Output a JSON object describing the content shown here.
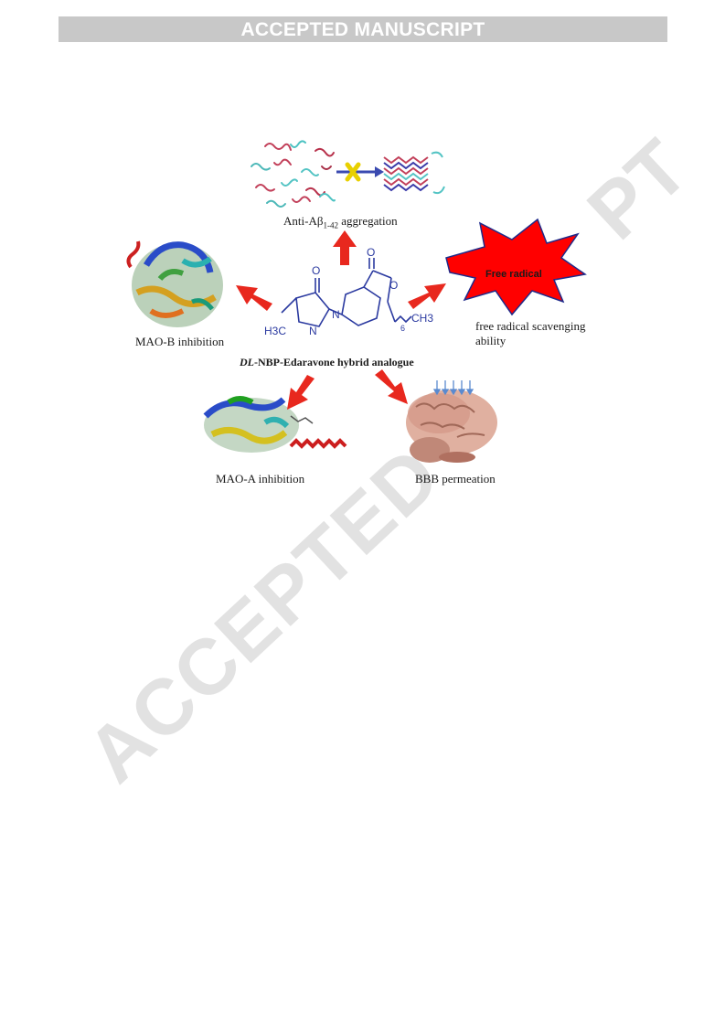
{
  "header": {
    "banner_text": "ACCEPTED MANUSCRIPT"
  },
  "watermark": {
    "main": "ACCEPTED",
    "corner": "PT"
  },
  "figure": {
    "labels": {
      "anti_prefix": "Anti-A",
      "anti_beta": "β",
      "anti_sub": "1-42",
      "anti_suffix": " aggregation",
      "mao_b": "MAO-B inhibition",
      "mao_a": "MAO-A inhibition",
      "bbb": "BBB permeation",
      "free_radical_burst": "Free radical",
      "scavenging_line1": "free radical scavenging",
      "scavenging_line2": "ability",
      "hybrid_italic": "DL",
      "hybrid_rest": "-NBP-Edaravone hybrid analogue"
    },
    "molecule": {
      "o_left": "O",
      "o_right": "O",
      "o_ring": "O",
      "n1": "N",
      "n2": "N",
      "h3c": "H3C",
      "ch3": "CH3",
      "subscript_6": "6"
    },
    "colors": {
      "arrow": "#e8281e",
      "molecule": "#2b3aa0",
      "burst": "#ff0000"
    }
  }
}
